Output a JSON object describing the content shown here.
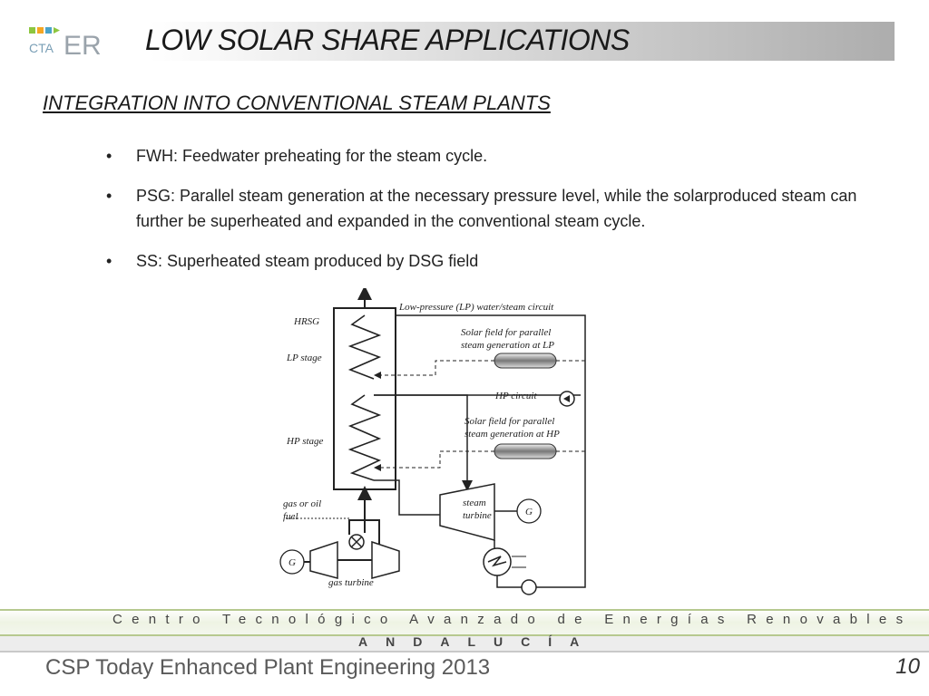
{
  "header": {
    "logo_text": "CTAER",
    "title": "LOW SOLAR SHARE APPLICATIONS"
  },
  "subtitle": "INTEGRATION INTO CONVENTIONAL STEAM PLANTS",
  "bullet_marker": "•",
  "bullets": [
    "FWH: Feedwater preheating for the steam cycle.",
    "PSG: Parallel steam generation at the necessary pressure level, while the solarproduced steam can further be superheated and expanded in the conventional steam cycle.",
    "SS: Superheated steam produced by DSG field"
  ],
  "diagram": {
    "labels": {
      "hrsg": "HRSG",
      "lp_stage": "LP stage",
      "hp_stage": "HP stage",
      "lp_circuit": "Low-pressure (LP) water/steam circuit",
      "solar_lp_1": "Solar field for parallel",
      "solar_lp_2": "steam generation at LP",
      "hp_circuit": "HP circuit",
      "solar_hp_1": "Solar field for parallel",
      "solar_hp_2": "steam generation at HP",
      "fuel_1": "gas or oil",
      "fuel_2": "fuel",
      "steam_turbine_1": "steam",
      "steam_turbine_2": "turbine",
      "gas_turbine": "gas turbine",
      "generator": "G"
    }
  },
  "footer": {
    "org": "Centro Tecnológico Avanzado de Energías Renovables",
    "region": "ANDALUCÍA",
    "event": "CSP Today Enhanced Plant Engineering 2013",
    "page": "10"
  },
  "colors": {
    "accent_green": "#8dc63f",
    "accent_blue": "#4aa3c9",
    "band_line": "#b6c98f"
  }
}
